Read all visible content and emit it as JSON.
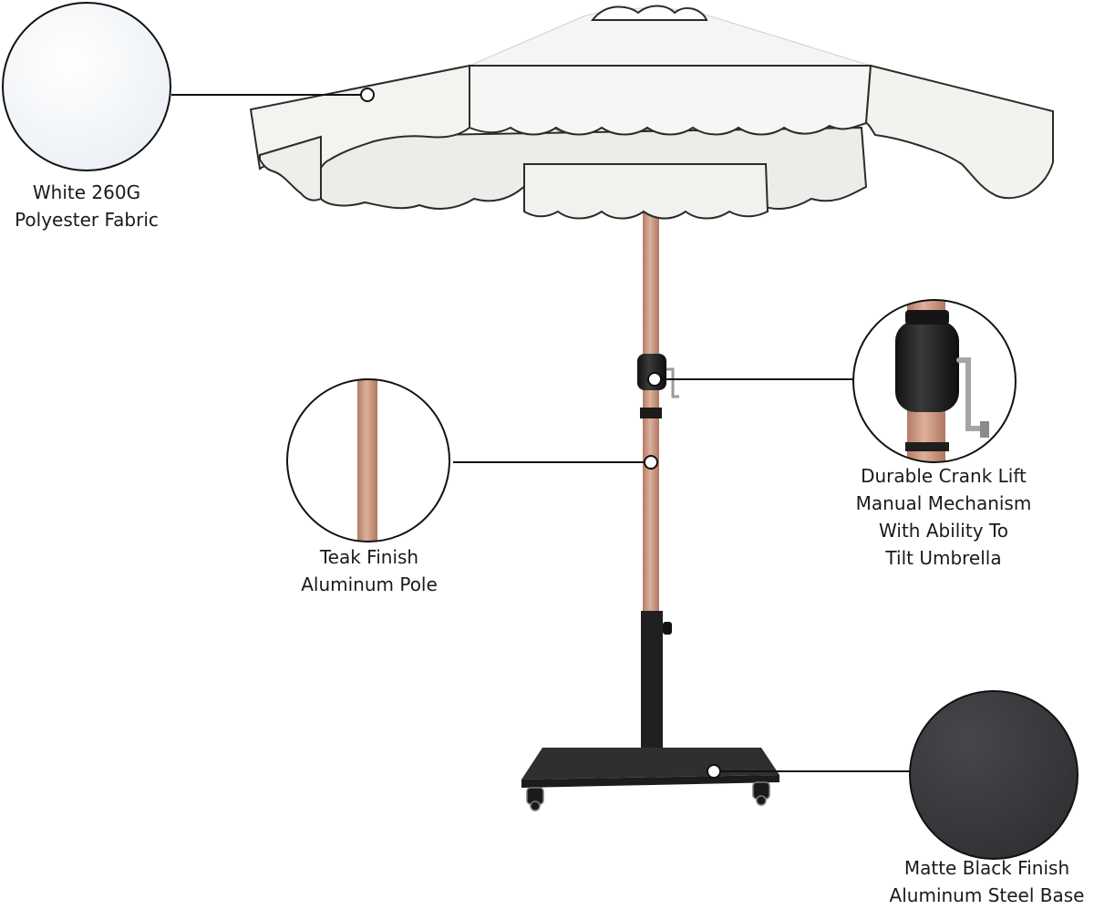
{
  "image": {
    "subject": "patio-umbrella-feature-diagram",
    "background_color": "#ffffff",
    "colors": {
      "canopy": "#f4f5f3",
      "canopy_shadow": "#e6e7e4",
      "trim": "#2b2b2b",
      "pole": "#c8927a",
      "pole_highlight": "#ddb09b",
      "base": "#2e2e2e",
      "swatch_black": "#3a3b3d",
      "callout_line": "#111111"
    }
  },
  "callouts": [
    {
      "id": "fabric",
      "lines": [
        "White 260G",
        "Polyester Fabric"
      ]
    },
    {
      "id": "pole",
      "lines": [
        "Teak Finish",
        "Aluminum Pole"
      ]
    },
    {
      "id": "crank",
      "lines": [
        "Durable Crank Lift",
        "Manual Mechanism",
        "With Ability To",
        "Tilt Umbrella"
      ]
    },
    {
      "id": "base",
      "lines": [
        "Matte Black Finish",
        "Aluminum Steel Base"
      ]
    }
  ]
}
